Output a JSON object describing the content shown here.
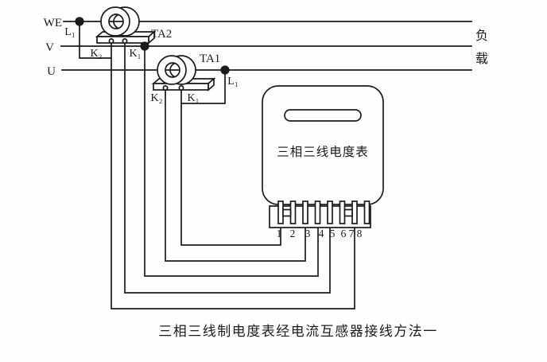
{
  "labels": {
    "line_top": "WE",
    "line_mid": "V",
    "line_bot": "U",
    "load_top": "负",
    "load_bottom": "载",
    "l1": "L₁",
    "k1": "K₁",
    "k2": "K₂",
    "ta1": "TA1",
    "ta2": "TA2"
  },
  "meter": {
    "label": "三相三线电度表"
  },
  "terminals": {
    "numbers": [
      "1",
      "2",
      "3",
      "4",
      "5",
      "6",
      "7",
      "8"
    ]
  },
  "caption": "三相三线制电度表经电流互感器接线方法一",
  "colors": {
    "ink": "#1b1b1b",
    "background": "#ffffff"
  }
}
